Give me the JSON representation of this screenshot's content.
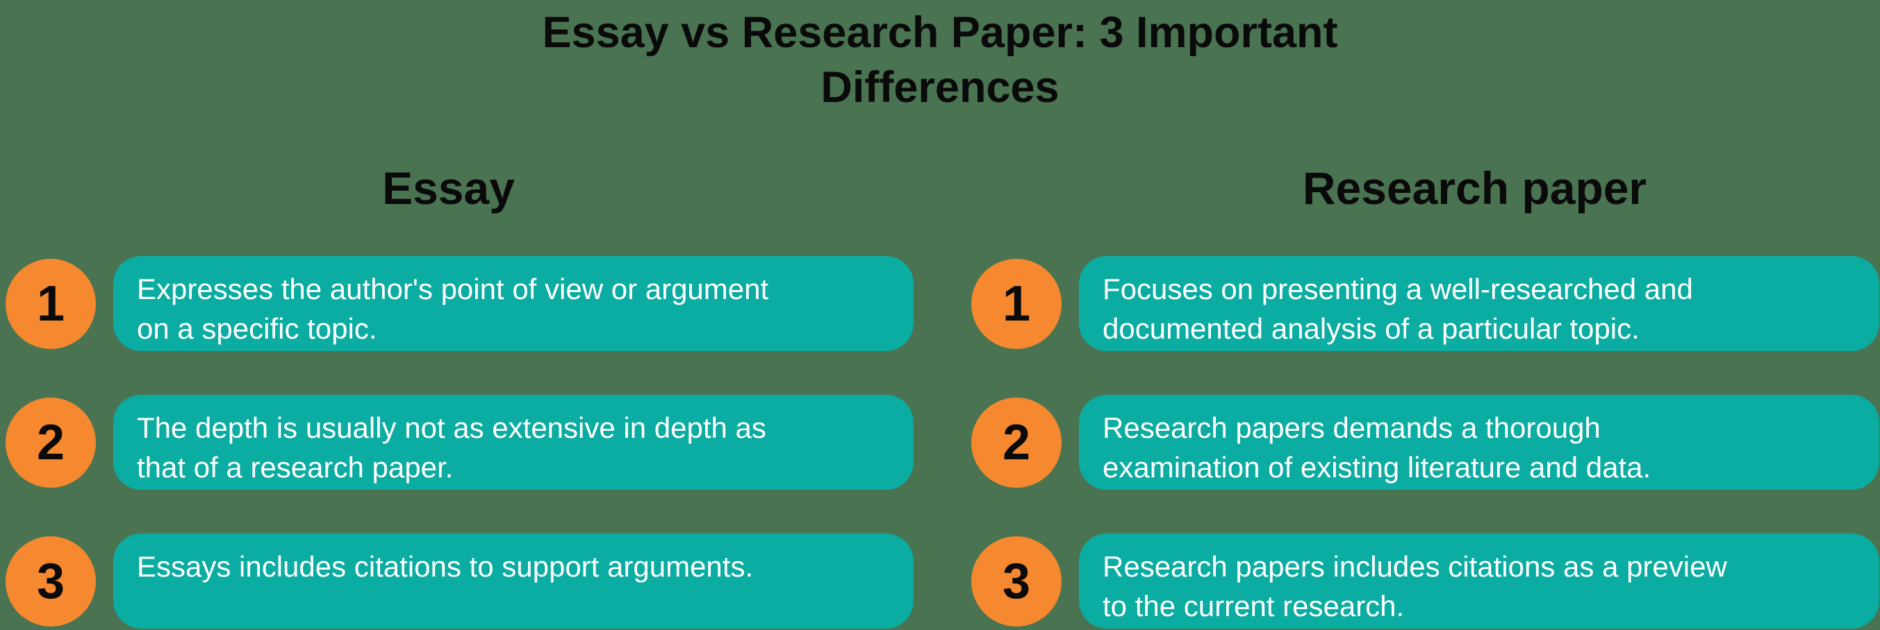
{
  "title": {
    "line1": "Essay vs Research Paper: 3 Important",
    "line2": "Differences"
  },
  "colors": {
    "background_green": "#4A7352",
    "card_teal": "#0BACA1",
    "badge_orange": "#F6892F",
    "heading_text": "#0A0A0A",
    "card_text": "#FFFFFF"
  },
  "columns": [
    {
      "heading": "Essay",
      "items": [
        {
          "number": "1",
          "text": "Expresses the author's point of view or argument\non a specific topic."
        },
        {
          "number": "2",
          "text": "The depth is usually not as extensive in depth as\nthat of a research paper."
        },
        {
          "number": "3",
          "text": "Essays includes citations to support arguments."
        }
      ]
    },
    {
      "heading": "Research paper",
      "items": [
        {
          "number": "1",
          "text": "Focuses on presenting a well-researched and\ndocumented analysis of a particular topic."
        },
        {
          "number": "2",
          "text": "Research papers demands a thorough\nexamination of existing literature and data."
        },
        {
          "number": "3",
          "text": "Research papers includes citations as a preview\nto the current research."
        }
      ]
    }
  ]
}
